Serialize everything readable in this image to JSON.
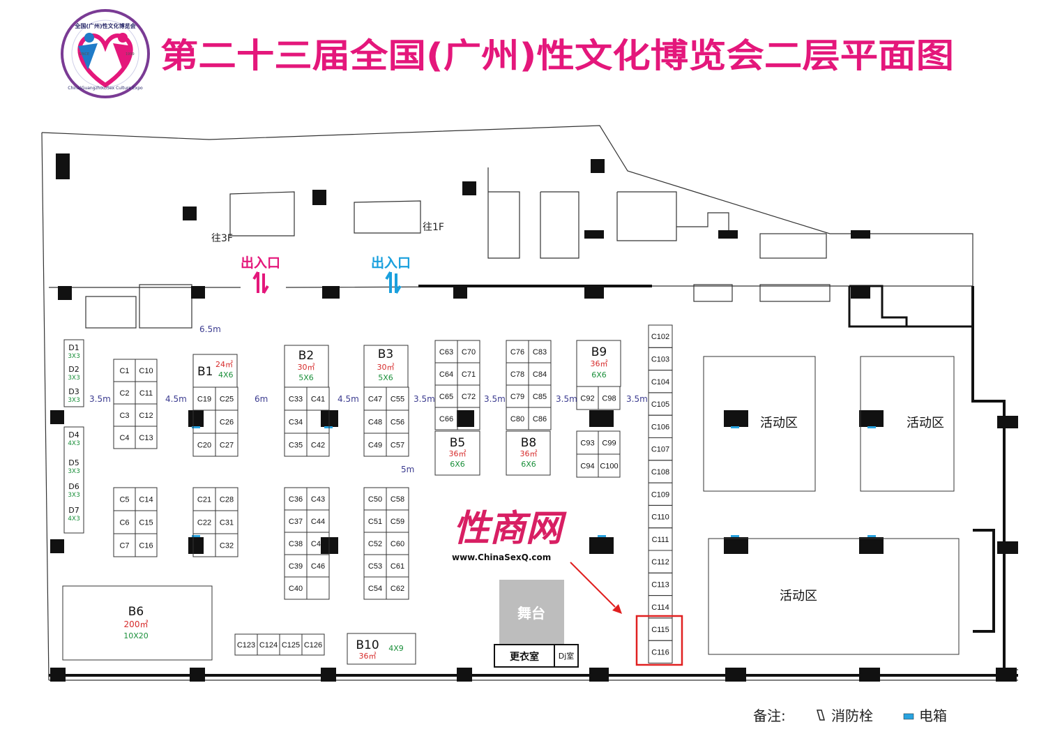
{
  "header": {
    "title": "第二十三届全国(广州)性文化博览会二层平面图",
    "logo": {
      "top_text": "全国(广州)性文化博览会",
      "bottom_text": "China(Guangzhou)Sex Culture Expo",
      "since": "SINCE",
      "year": "1999"
    }
  },
  "colors": {
    "title": "#e4177b",
    "exit_pink": "#e4177b",
    "exit_blue": "#1aa0dd",
    "area": "#d62a2a",
    "dims": "#1a8f3a",
    "spacing": "#3b3b8f",
    "highlight": "#e02020",
    "stage": "#bdbdbd"
  },
  "labels": {
    "escalator_up": "往3F",
    "escalator_down": "往1F",
    "exit_1": "出入口",
    "exit_2": "出入口",
    "stage": "舞台",
    "dressing_room": "更衣室",
    "dj_room": "Dj室",
    "activity_1": "活动区",
    "activity_2": "活动区",
    "activity_3": "活动区",
    "watermark_brand": "性商网",
    "watermark_url": "www.ChinaSexQ.com"
  },
  "spacings": [
    "6.5m",
    "3.5m",
    "4.5m",
    "6m",
    "4.5m",
    "3.5m",
    "3.5m",
    "3.5m",
    "3.5m",
    "5m"
  ],
  "booths_b": [
    {
      "id": "B1",
      "area": "24㎡",
      "dims": "4X6"
    },
    {
      "id": "B2",
      "area": "30㎡",
      "dims": "5X6"
    },
    {
      "id": "B3",
      "area": "30㎡",
      "dims": "5X6"
    },
    {
      "id": "B9",
      "area": "36㎡",
      "dims": "6X6"
    },
    {
      "id": "B5",
      "area": "36㎡",
      "dims": "6X6"
    },
    {
      "id": "B8",
      "area": "36㎡",
      "dims": "6X6"
    },
    {
      "id": "B6",
      "area": "200㎡",
      "dims": "10X20"
    },
    {
      "id": "B10",
      "area": "36㎡",
      "dims": "4X9"
    }
  ],
  "booths_d": [
    {
      "id": "D1",
      "dims": "3X3"
    },
    {
      "id": "D2",
      "dims": "3X3"
    },
    {
      "id": "D3",
      "dims": "3X3"
    },
    {
      "id": "D4",
      "dims": "4X3"
    },
    {
      "id": "D5",
      "dims": "3X3"
    },
    {
      "id": "D6",
      "dims": "3X3"
    },
    {
      "id": "D7",
      "dims": "4X3"
    }
  ],
  "booths_c": [
    "C1",
    "C2",
    "C3",
    "C4",
    "C10",
    "C11",
    "C12",
    "C13",
    "C5",
    "C6",
    "C7",
    "C14",
    "C15",
    "C16",
    "C19",
    "C20",
    "C25",
    "C26",
    "C27",
    "C21",
    "C22",
    "C28",
    "C31",
    "C32",
    "C33",
    "C34",
    "C35",
    "C41",
    "C42",
    "C36",
    "C37",
    "C38",
    "C39",
    "C40",
    "C43",
    "C44",
    "C45",
    "C46",
    "C47",
    "C48",
    "C49",
    "C55",
    "C56",
    "C57",
    "C50",
    "C51",
    "C52",
    "C53",
    "C54",
    "C58",
    "C59",
    "C60",
    "C61",
    "C62",
    "C63",
    "C64",
    "C65",
    "C66",
    "C70",
    "C71",
    "C72",
    "C76",
    "C78",
    "C79",
    "C80",
    "C83",
    "C84",
    "C85",
    "C86",
    "C92",
    "C98",
    "C93",
    "C94",
    "C99",
    "C100",
    "C102",
    "C103",
    "C104",
    "C105",
    "C106",
    "C107",
    "C108",
    "C109",
    "C110",
    "C111",
    "C112",
    "C113",
    "C114",
    "C115",
    "C116",
    "C123",
    "C124",
    "C125",
    "C126"
  ],
  "legend": {
    "prefix": "备注:",
    "hydrant": "消防栓",
    "electric_box": "电箱"
  }
}
